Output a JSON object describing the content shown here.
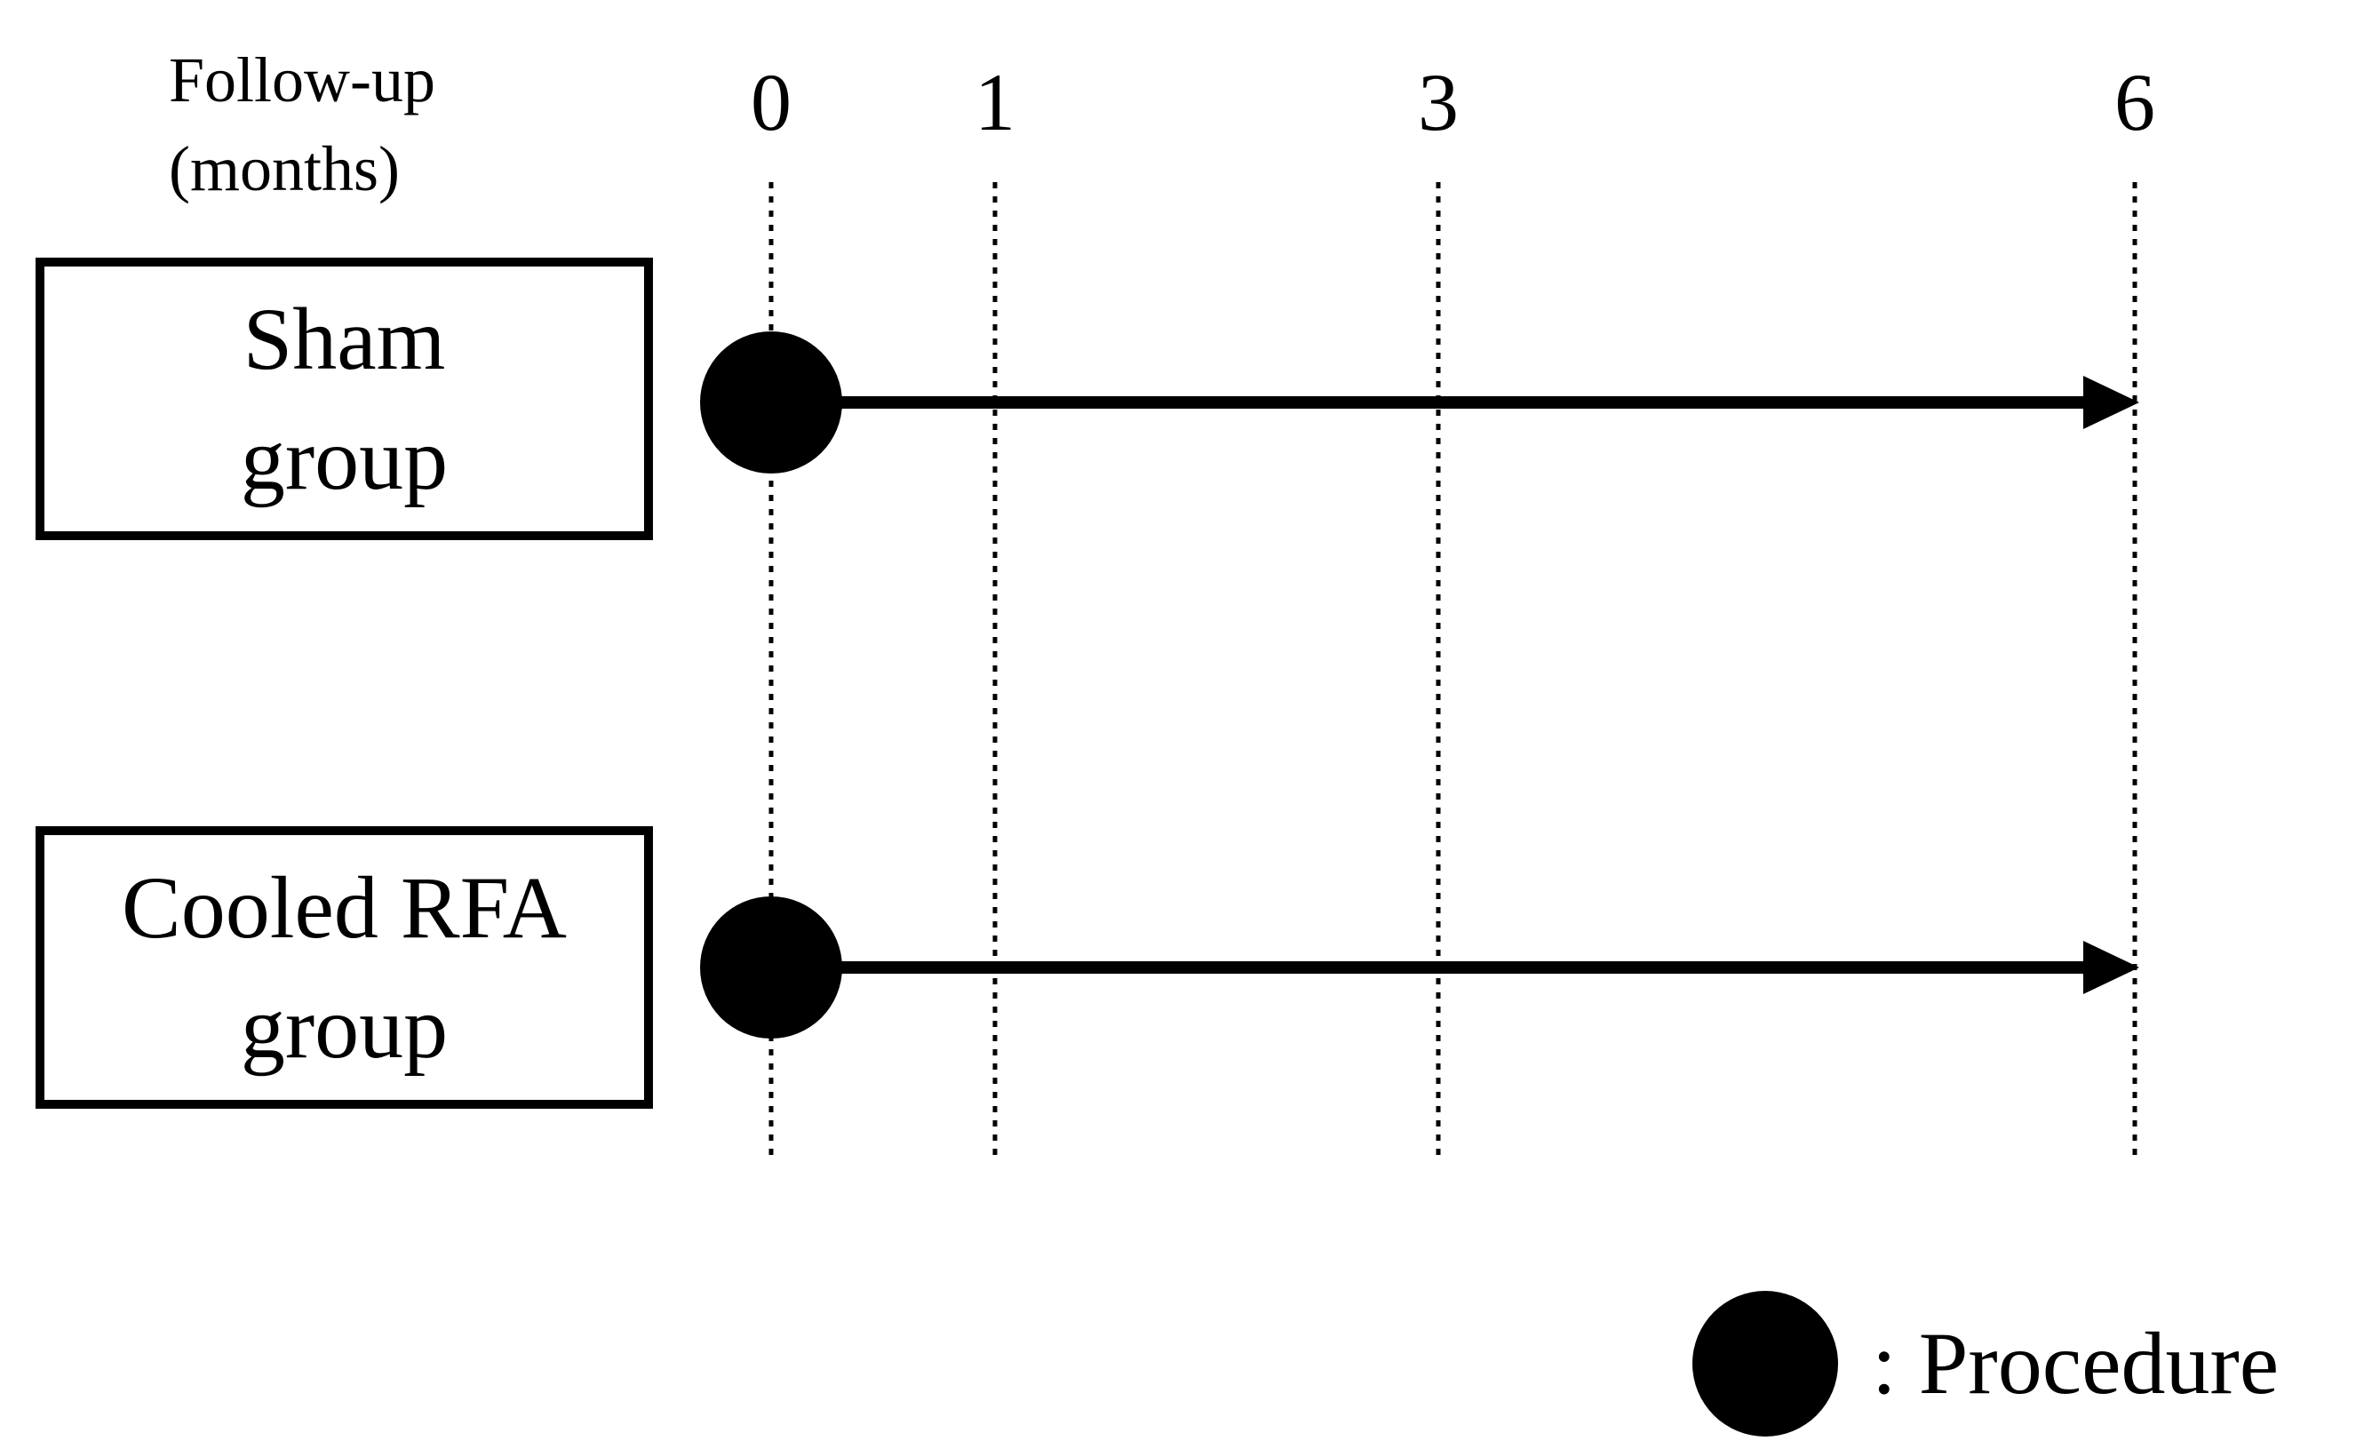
{
  "timeline": {
    "header_line1": "Follow-up",
    "header_line2": "(months)",
    "ticks": [
      "0",
      "1",
      "3",
      "6"
    ]
  },
  "groups": [
    {
      "line1": "Sham",
      "line2": "group"
    },
    {
      "line1": "Cooled RFA",
      "line2": "group"
    }
  ],
  "legend": {
    "label": ": Procedure",
    "icon": "filled-black-circle"
  },
  "colors": {
    "ink": "#000000",
    "background": "#ffffff"
  }
}
